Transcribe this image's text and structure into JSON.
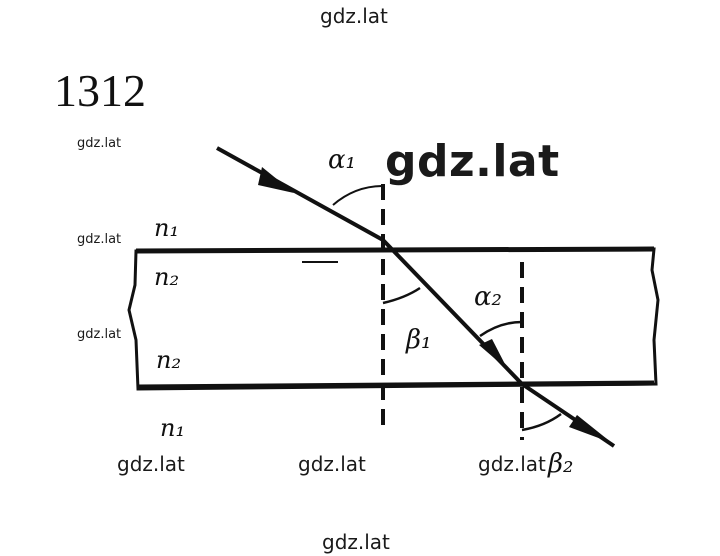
{
  "problem_number": "1312",
  "watermarks": {
    "top": "gdz.lat",
    "big": "gdz.lat",
    "left_1": "gdz.lat",
    "left_2": "gdz.lat",
    "left_3": "gdz.lat",
    "row_1": "gdz.lat",
    "row_2": "gdz.lat",
    "row_3": "gdz.lat",
    "bottom": "gdz.lat"
  },
  "labels": {
    "n1_top": "n₁",
    "n2_top": "n₂",
    "n2_bottom": "n₂",
    "n1_bottom": "n₁",
    "alpha1": "α₁",
    "alpha2": "α₂",
    "beta1": "β₁",
    "beta2": "β₂"
  }
}
